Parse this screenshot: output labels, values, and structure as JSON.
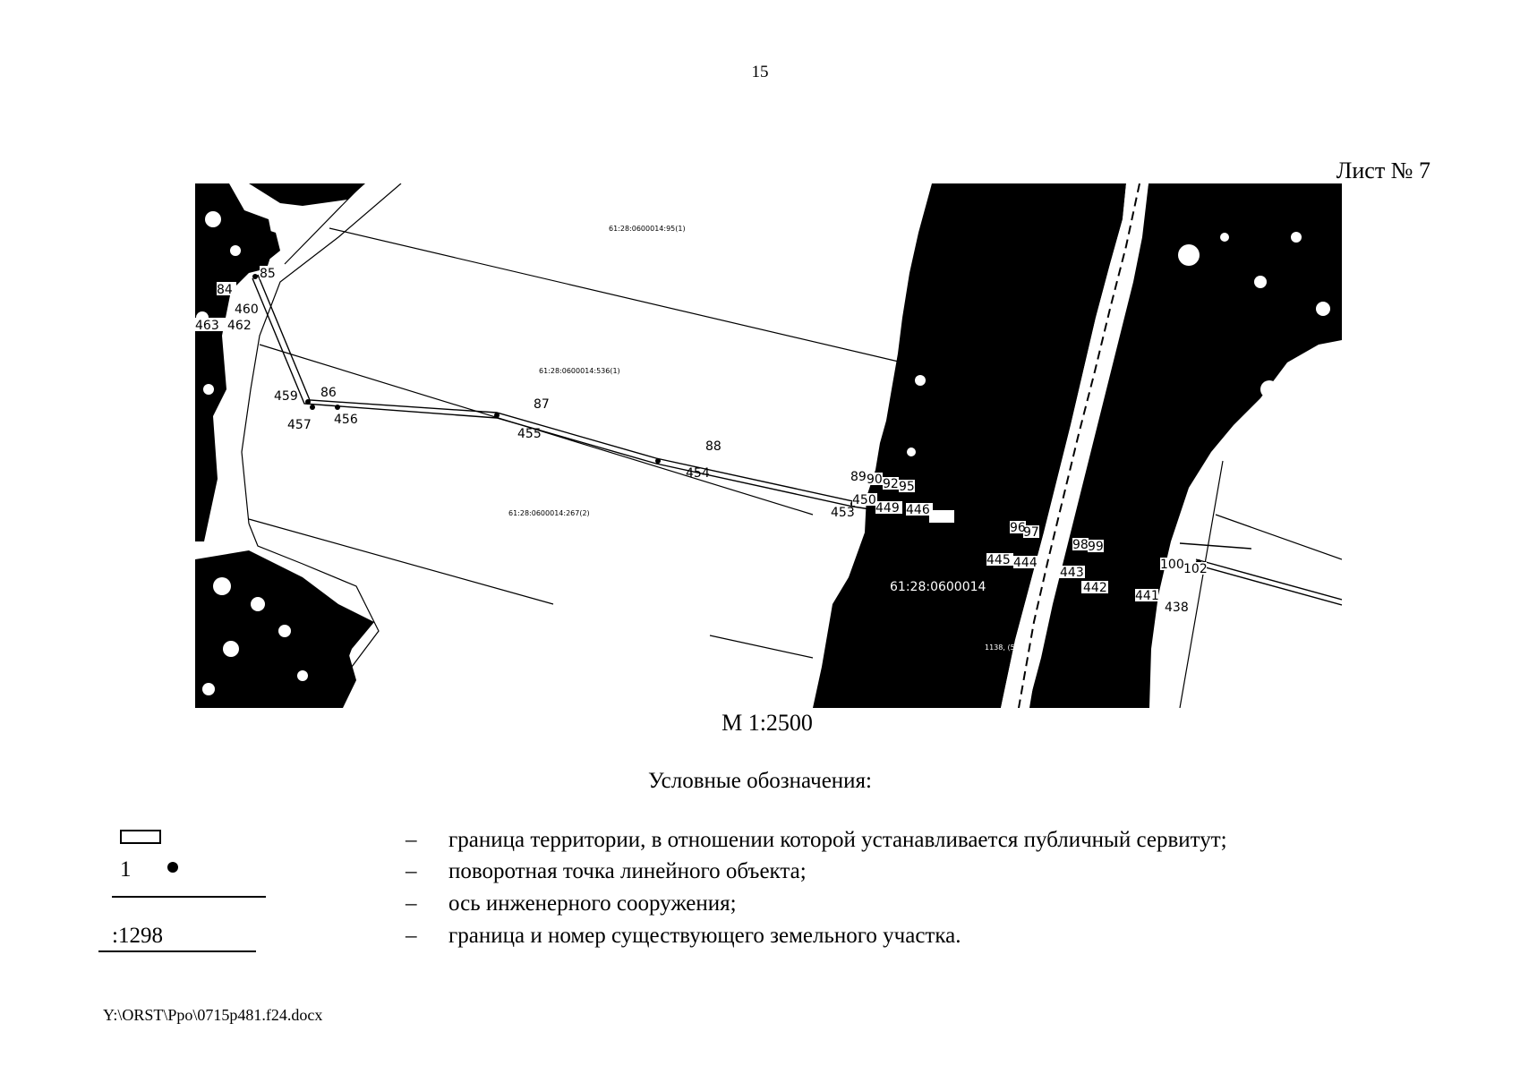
{
  "page": {
    "number": "15",
    "sheet_label": "Лист № 7",
    "scale_label": "М 1:2500",
    "file_path": "Y:\\ORST\\Ppo\\0715p481.f24.docx"
  },
  "map": {
    "parcel_labels": [
      "61:28:0600014:95(1)",
      "61:28:0600014:536(1)",
      "61:28:0600014:267(2)",
      "61:28:0600014",
      "1138, (5"
    ],
    "point_labels": [
      "84",
      "85",
      "460",
      "463",
      "462",
      "459",
      "86",
      "457",
      "456",
      "87",
      "455",
      "88",
      "454",
      "89",
      "90",
      "92",
      "95",
      "453",
      "450",
      "449",
      "446",
      "96",
      "97",
      "445",
      "444",
      "98",
      "99",
      "443",
      "442",
      "100",
      "102",
      "441",
      "438"
    ],
    "colors": {
      "ink": "#000000",
      "paper": "#ffffff"
    }
  },
  "legend": {
    "title": "Условные обозначения:",
    "point_symbol_number": "1",
    "parcel_symbol_number": ":1298",
    "dash": "–",
    "items": [
      {
        "symbol": "rectangle-outline",
        "text": "граница территории, в отношении которой устанавливается публичный сервитут;"
      },
      {
        "symbol": "numbered-dot",
        "text": "поворотная точка линейного объекта;"
      },
      {
        "symbol": "solid-line",
        "text": "ось инженерного сооружения;"
      },
      {
        "symbol": "numbered-line",
        "text": "граница и номер существующего земельного участка."
      }
    ]
  }
}
